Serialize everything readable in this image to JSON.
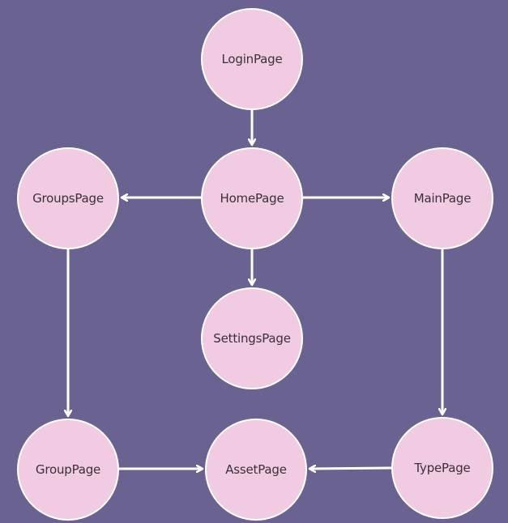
{
  "colors": {
    "background": "#6a6290",
    "node_fill": "#f1cbe2",
    "node_border": "#ffffff",
    "edge": "#ffffff",
    "label": "#3a2f3a"
  },
  "nodes": {
    "login": "LoginPage",
    "home": "HomePage",
    "groups": "GroupsPage",
    "main": "MainPage",
    "settings": "SettingsPage",
    "group": "GroupPage",
    "asset": "AssetPage",
    "type": "TypePage"
  },
  "edges": [
    {
      "from": "LoginPage",
      "to": "HomePage"
    },
    {
      "from": "HomePage",
      "to": "GroupsPage"
    },
    {
      "from": "HomePage",
      "to": "MainPage"
    },
    {
      "from": "HomePage",
      "to": "SettingsPage"
    },
    {
      "from": "GroupsPage",
      "to": "GroupPage"
    },
    {
      "from": "MainPage",
      "to": "TypePage"
    },
    {
      "from": "GroupPage",
      "to": "AssetPage"
    },
    {
      "from": "TypePage",
      "to": "AssetPage"
    }
  ]
}
